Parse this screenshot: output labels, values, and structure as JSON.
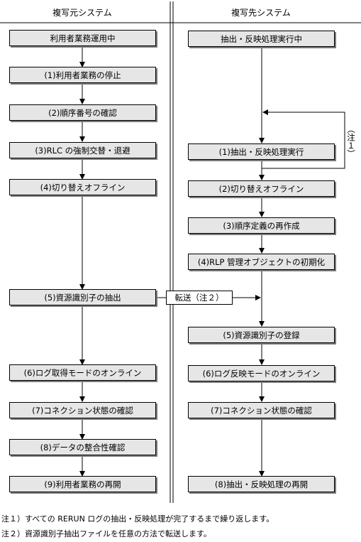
{
  "headers": {
    "source": "複写元システム",
    "target": "複写先システム"
  },
  "source_steps": [
    "利用者業務運用中",
    "(1)利用者業務の停止",
    "(2)順序番号の確認",
    "(3)RLC の強制交替・退避",
    "(4)切り替えオフライン",
    "(5)資源識別子の抽出",
    "(6)ログ取得モードのオンライン",
    "(7)コネクション状態の確認",
    "(8)データの整合性確認",
    "(9)利用者業務の再開"
  ],
  "target_steps": [
    "抽出・反映処理実行中",
    "(1)抽出・反映処理実行",
    "(2)切り替えオフライン",
    "(3)順序定義の再作成",
    "(4)RLP 管理オブジェクトの初期化",
    "(5)資源識別子の登録",
    "(6)ログ反映モードのオンライン",
    "(7)コネクション状態の確認",
    "(8)抽出・反映処理の再開"
  ],
  "transfer_label": "転送（注２）",
  "loop_note": "（注１）",
  "notes": [
    "注１）すべての RERUN ログの抽出・反映処理が完了するまで繰り返します。",
    "注２）資源識別子抽出ファイルを任意の方法で転送します。"
  ]
}
